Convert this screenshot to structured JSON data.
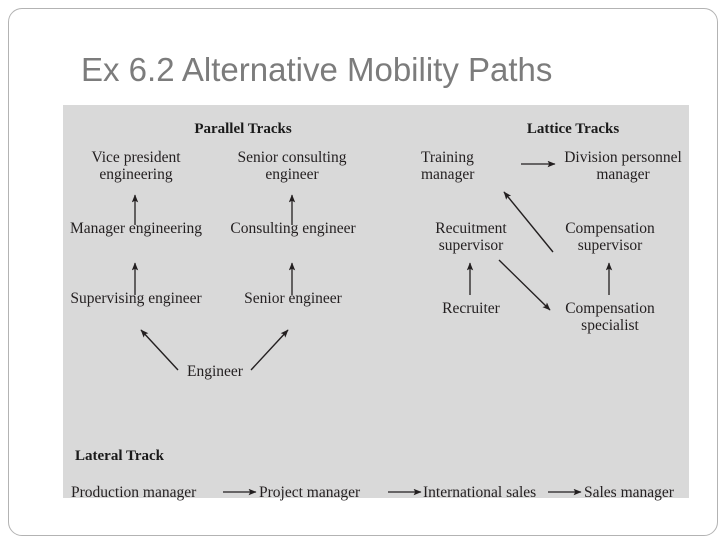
{
  "slide": {
    "title": "Ex 6.2 Alternative Mobility Paths",
    "title_color": "#7c7c7c",
    "panel_color": "#d9d9d9",
    "text_color": "#231f20"
  },
  "figure": {
    "sections": [
      {
        "id": "parallel",
        "heading": "Parallel Tracks"
      },
      {
        "id": "lattice",
        "heading": "Lattice Tracks"
      },
      {
        "id": "lateral",
        "heading": "Lateral Track"
      }
    ],
    "parallel_tracks": {
      "heading": "Parallel Tracks",
      "nodes": [
        {
          "id": "vice-president-engineering",
          "label": "Vice president\nengineering"
        },
        {
          "id": "senior-consulting-engineer",
          "label": "Senior consulting\nengineer"
        },
        {
          "id": "manager-engineering",
          "label": "Manager engineering"
        },
        {
          "id": "consulting-engineer",
          "label": "Consulting engineer"
        },
        {
          "id": "supervising-engineer",
          "label": "Supervising engineer"
        },
        {
          "id": "senior-engineer",
          "label": "Senior engineer"
        },
        {
          "id": "engineer",
          "label": "Engineer"
        }
      ],
      "edges": [
        {
          "from": "manager-engineering",
          "to": "vice-president-engineering",
          "direction": "up"
        },
        {
          "from": "consulting-engineer",
          "to": "senior-consulting-engineer",
          "direction": "up"
        },
        {
          "from": "supervising-engineer",
          "to": "manager-engineering",
          "direction": "up"
        },
        {
          "from": "senior-engineer",
          "to": "consulting-engineer",
          "direction": "up"
        },
        {
          "from": "engineer",
          "to": "supervising-engineer",
          "direction": "up-left"
        },
        {
          "from": "engineer",
          "to": "senior-engineer",
          "direction": "up-right"
        }
      ]
    },
    "lattice_tracks": {
      "heading": "Lattice Tracks",
      "nodes": [
        {
          "id": "training-manager",
          "label": "Training\nmanager"
        },
        {
          "id": "division-personnel-manager",
          "label": "Division personnel\nmanager"
        },
        {
          "id": "recuitment-supervisor",
          "label": "Recuitment\nsupervisor"
        },
        {
          "id": "compensation-supervisor",
          "label": "Compensation\nsupervisor"
        },
        {
          "id": "recruiter",
          "label": "Recruiter"
        },
        {
          "id": "compensation-specialist",
          "label": "Compensation\nspecialist"
        }
      ],
      "edges": [
        {
          "from": "training-manager",
          "to": "division-personnel-manager",
          "direction": "right"
        },
        {
          "from": "compensation-supervisor",
          "to": "training-manager",
          "direction": "up-left"
        },
        {
          "from": "recruiter",
          "to": "recuitment-supervisor",
          "direction": "up"
        },
        {
          "from": "recuitment-supervisor",
          "to": "compensation-specialist",
          "direction": "down-right"
        },
        {
          "from": "compensation-specialist",
          "to": "compensation-supervisor",
          "direction": "up"
        }
      ]
    },
    "lateral_track": {
      "heading": "Lateral Track",
      "nodes": [
        {
          "id": "production-manager",
          "label": "Production manager"
        },
        {
          "id": "project-manager",
          "label": "Project manager"
        },
        {
          "id": "international-sales",
          "label": "International sales"
        },
        {
          "id": "sales-manager",
          "label": "Sales manager"
        }
      ],
      "edges": [
        {
          "from": "production-manager",
          "to": "project-manager",
          "direction": "right"
        },
        {
          "from": "project-manager",
          "to": "international-sales",
          "direction": "right"
        },
        {
          "from": "international-sales",
          "to": "sales-manager",
          "direction": "right"
        }
      ]
    }
  }
}
